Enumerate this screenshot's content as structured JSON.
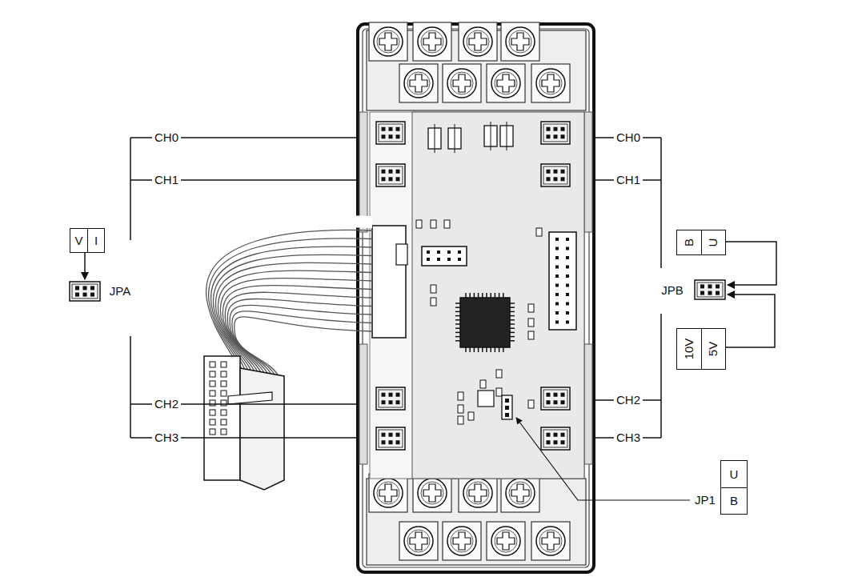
{
  "diagram": {
    "nodes": [
      {
        "text": [
          "V",
          "I"
        ]
      },
      {
        "text": [
          "B",
          "U"
        ]
      },
      {
        "text": [
          "10V",
          "5V"
        ]
      },
      {
        "text": [
          "U",
          "B"
        ]
      }
    ],
    "labels": [
      "CH0",
      "CH1",
      "JPA",
      "CH2",
      "CH3",
      "CH0",
      "CH1",
      "JPB",
      "CH2",
      "CH3",
      "JP1"
    ]
  }
}
